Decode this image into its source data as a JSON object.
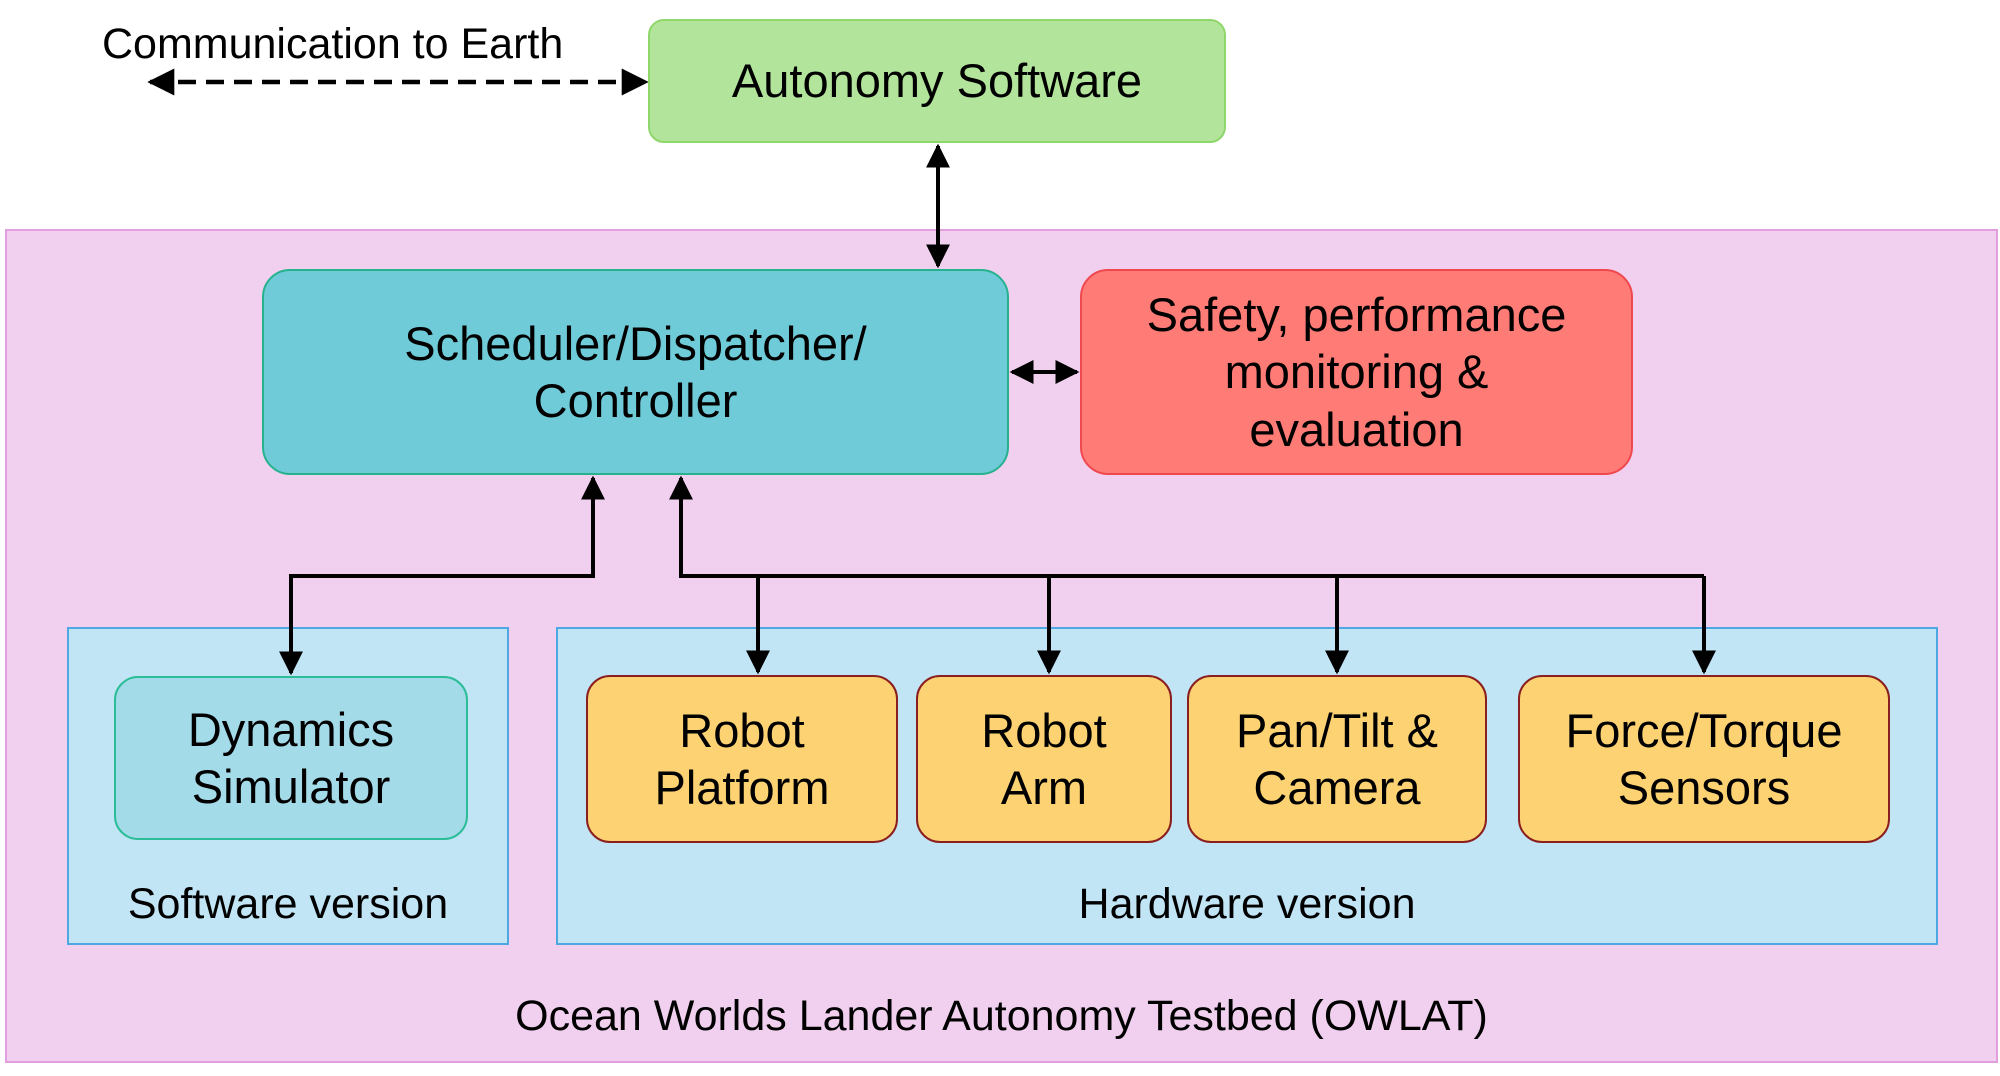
{
  "communication_label": "Communication to Earth",
  "autonomy_software": "Autonomy Software",
  "scheduler": {
    "line1": "Scheduler/Dispatcher/",
    "line2": "Controller"
  },
  "safety": {
    "line1": "Safety, performance",
    "line2": "monitoring &",
    "line3": "evaluation"
  },
  "software_version": {
    "label": "Software version",
    "components": [
      {
        "line1": "Dynamics",
        "line2": "Simulator"
      }
    ]
  },
  "hardware_version": {
    "label": "Hardware version",
    "components": [
      {
        "line1": "Robot",
        "line2": "Platform"
      },
      {
        "line1": "Robot",
        "line2": "Arm"
      },
      {
        "line1": "Pan/Tilt &",
        "line2": "Camera"
      },
      {
        "line1": "Force/Torque",
        "line2": "Sensors"
      }
    ]
  },
  "testbed_label": "Ocean Worlds Lander Autonomy Testbed (OWLAT)",
  "colors": {
    "testbed_fill": "#f1d0ef",
    "panel_fill": "#c1e5f5",
    "autonomy_fill": "#b2e59b",
    "scheduler_fill": "#70cbd9",
    "safety_fill": "#fe7b76",
    "simulator_fill": "#a4dbe8",
    "hardware_fill": "#fdd272"
  }
}
